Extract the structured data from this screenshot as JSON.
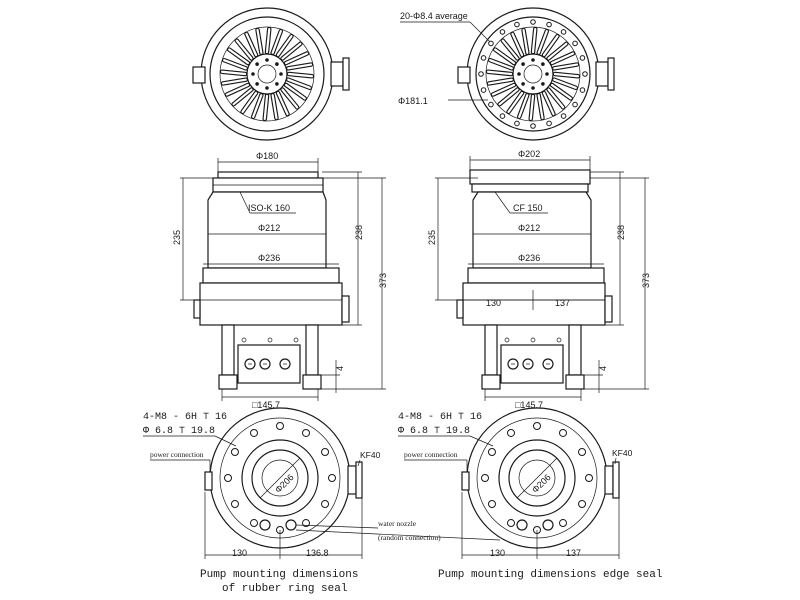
{
  "top_view_right": {
    "holes_note": "20-Φ8.4 average",
    "pcd": "Φ181.1"
  },
  "side_left": {
    "top_dia": "Φ180",
    "flange": "ISO-K 160",
    "body_dia": "Φ212",
    "lower_dia": "Φ236",
    "height_body": "235",
    "height_mid": "238",
    "height_total": "373",
    "foot_gap": "4",
    "base_width": "□145.7"
  },
  "side_right": {
    "top_dia": "Φ202",
    "flange": "CF 150",
    "body_dia": "Φ212",
    "lower_dia": "Φ236",
    "height_body": "235",
    "height_mid": "238",
    "height_total": "373",
    "foot_gap": "4",
    "base_width": "□145.7",
    "dim_left": "130",
    "dim_right": "137"
  },
  "bottom_left": {
    "thread_note": "4-M8 - 6H ⊤ 16",
    "drill_note": "Φ 6.8 ⊤ 19.8",
    "power": "power connection",
    "kf": "KF40",
    "center_dia": "Φ206",
    "dim_left": "130",
    "dim_right": "136.8",
    "water1": "water nozzle",
    "water2": "(random connection)"
  },
  "bottom_right": {
    "thread_note": "4-M8 - 6H ⊤ 16",
    "drill_note": "Φ 6.8 ⊤ 19.8",
    "power": "power connection",
    "kf": "KF40",
    "center_dia": "Φ206",
    "dim_left": "130",
    "dim_right": "137"
  },
  "captions": {
    "left_line1": "Pump mounting dimensions",
    "left_line2": "of rubber ring seal",
    "right_line1": "Pump mounting dimensions edge seal"
  }
}
